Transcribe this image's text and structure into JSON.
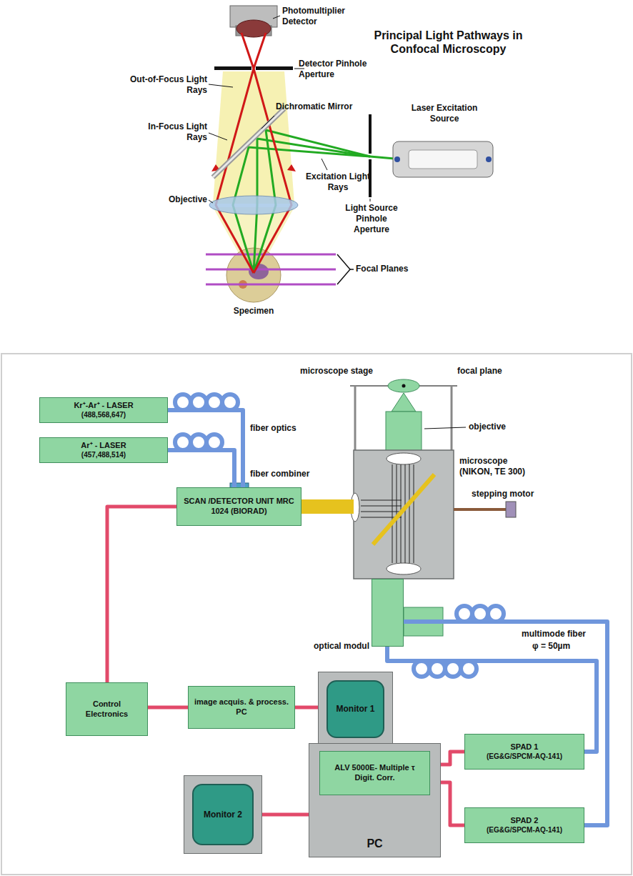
{
  "diagram": {
    "title": "Principal Light Pathways in Confocal Microscopy",
    "nodes": [
      {
        "text": [
          "Kr⁺-Ar⁺ - LASER",
          "(488,568,647)"
        ]
      },
      {
        "text": [
          "Ar⁺ - LASER",
          "(457,488,514)"
        ]
      },
      {
        "text": [
          "SCAN /DETECTOR UNIT MRC 1024 (BIORAD)"
        ]
      },
      {
        "text": [
          "microscope (NIKON, TE 300)"
        ]
      },
      {
        "text": [
          "optical modul"
        ]
      },
      {
        "text": [
          "Control Electronics"
        ]
      },
      {
        "text": [
          "image acquis. & process. PC"
        ]
      },
      {
        "text": [
          "Monitor 1"
        ]
      },
      {
        "text": [
          "SPAD 1",
          "(EG&G/SPCM-AQ-141)"
        ]
      },
      {
        "text": [
          "Monitor 2"
        ]
      },
      {
        "text": [
          "PC"
        ]
      },
      {
        "text": [
          "ALV 5000E- Multiple τ Digit. Corr."
        ],
        "in": 10
      },
      {
        "text": [
          "SPAD 2",
          "(EG&G/SPCM-AQ-141)"
        ]
      }
    ],
    "edges": [
      {
        "from": 0,
        "to": 2,
        "arrow": "none"
      },
      {
        "from": 1,
        "to": 2,
        "arrow": "none"
      },
      {
        "from": 2,
        "to": 3,
        "arrow": "none"
      },
      {
        "from": 5,
        "to": 2,
        "arrow": "none"
      },
      {
        "from": 5,
        "to": 6,
        "arrow": "none"
      },
      {
        "from": 6,
        "to": 7,
        "arrow": "none"
      },
      {
        "from": 4,
        "to": 12,
        "arrow": "none"
      },
      {
        "from": 4,
        "to": 8,
        "arrow": "none"
      },
      {
        "from": 8,
        "to": 11,
        "arrow": "none"
      },
      {
        "from": 12,
        "to": 11,
        "arrow": "none"
      },
      {
        "from": 10,
        "to": 9,
        "arrow": "none"
      }
    ],
    "labels": [
      "Photomultiplier Detector",
      "Detector Pinhole Aperture",
      "Out-of-Focus Light Rays",
      "Dichromatic Mirror",
      "In-Focus Light Rays",
      "Laser Excitation Source",
      "Excitation Light Rays",
      "Objective",
      "Light Source Pinhole Aperture",
      "Focal Planes",
      "Specimen",
      "microscope stage",
      "focal plane",
      "objective",
      "fiber optics",
      "fiber combiner",
      "stepping motor",
      "multimode fiber",
      "φ = 50µm"
    ]
  }
}
